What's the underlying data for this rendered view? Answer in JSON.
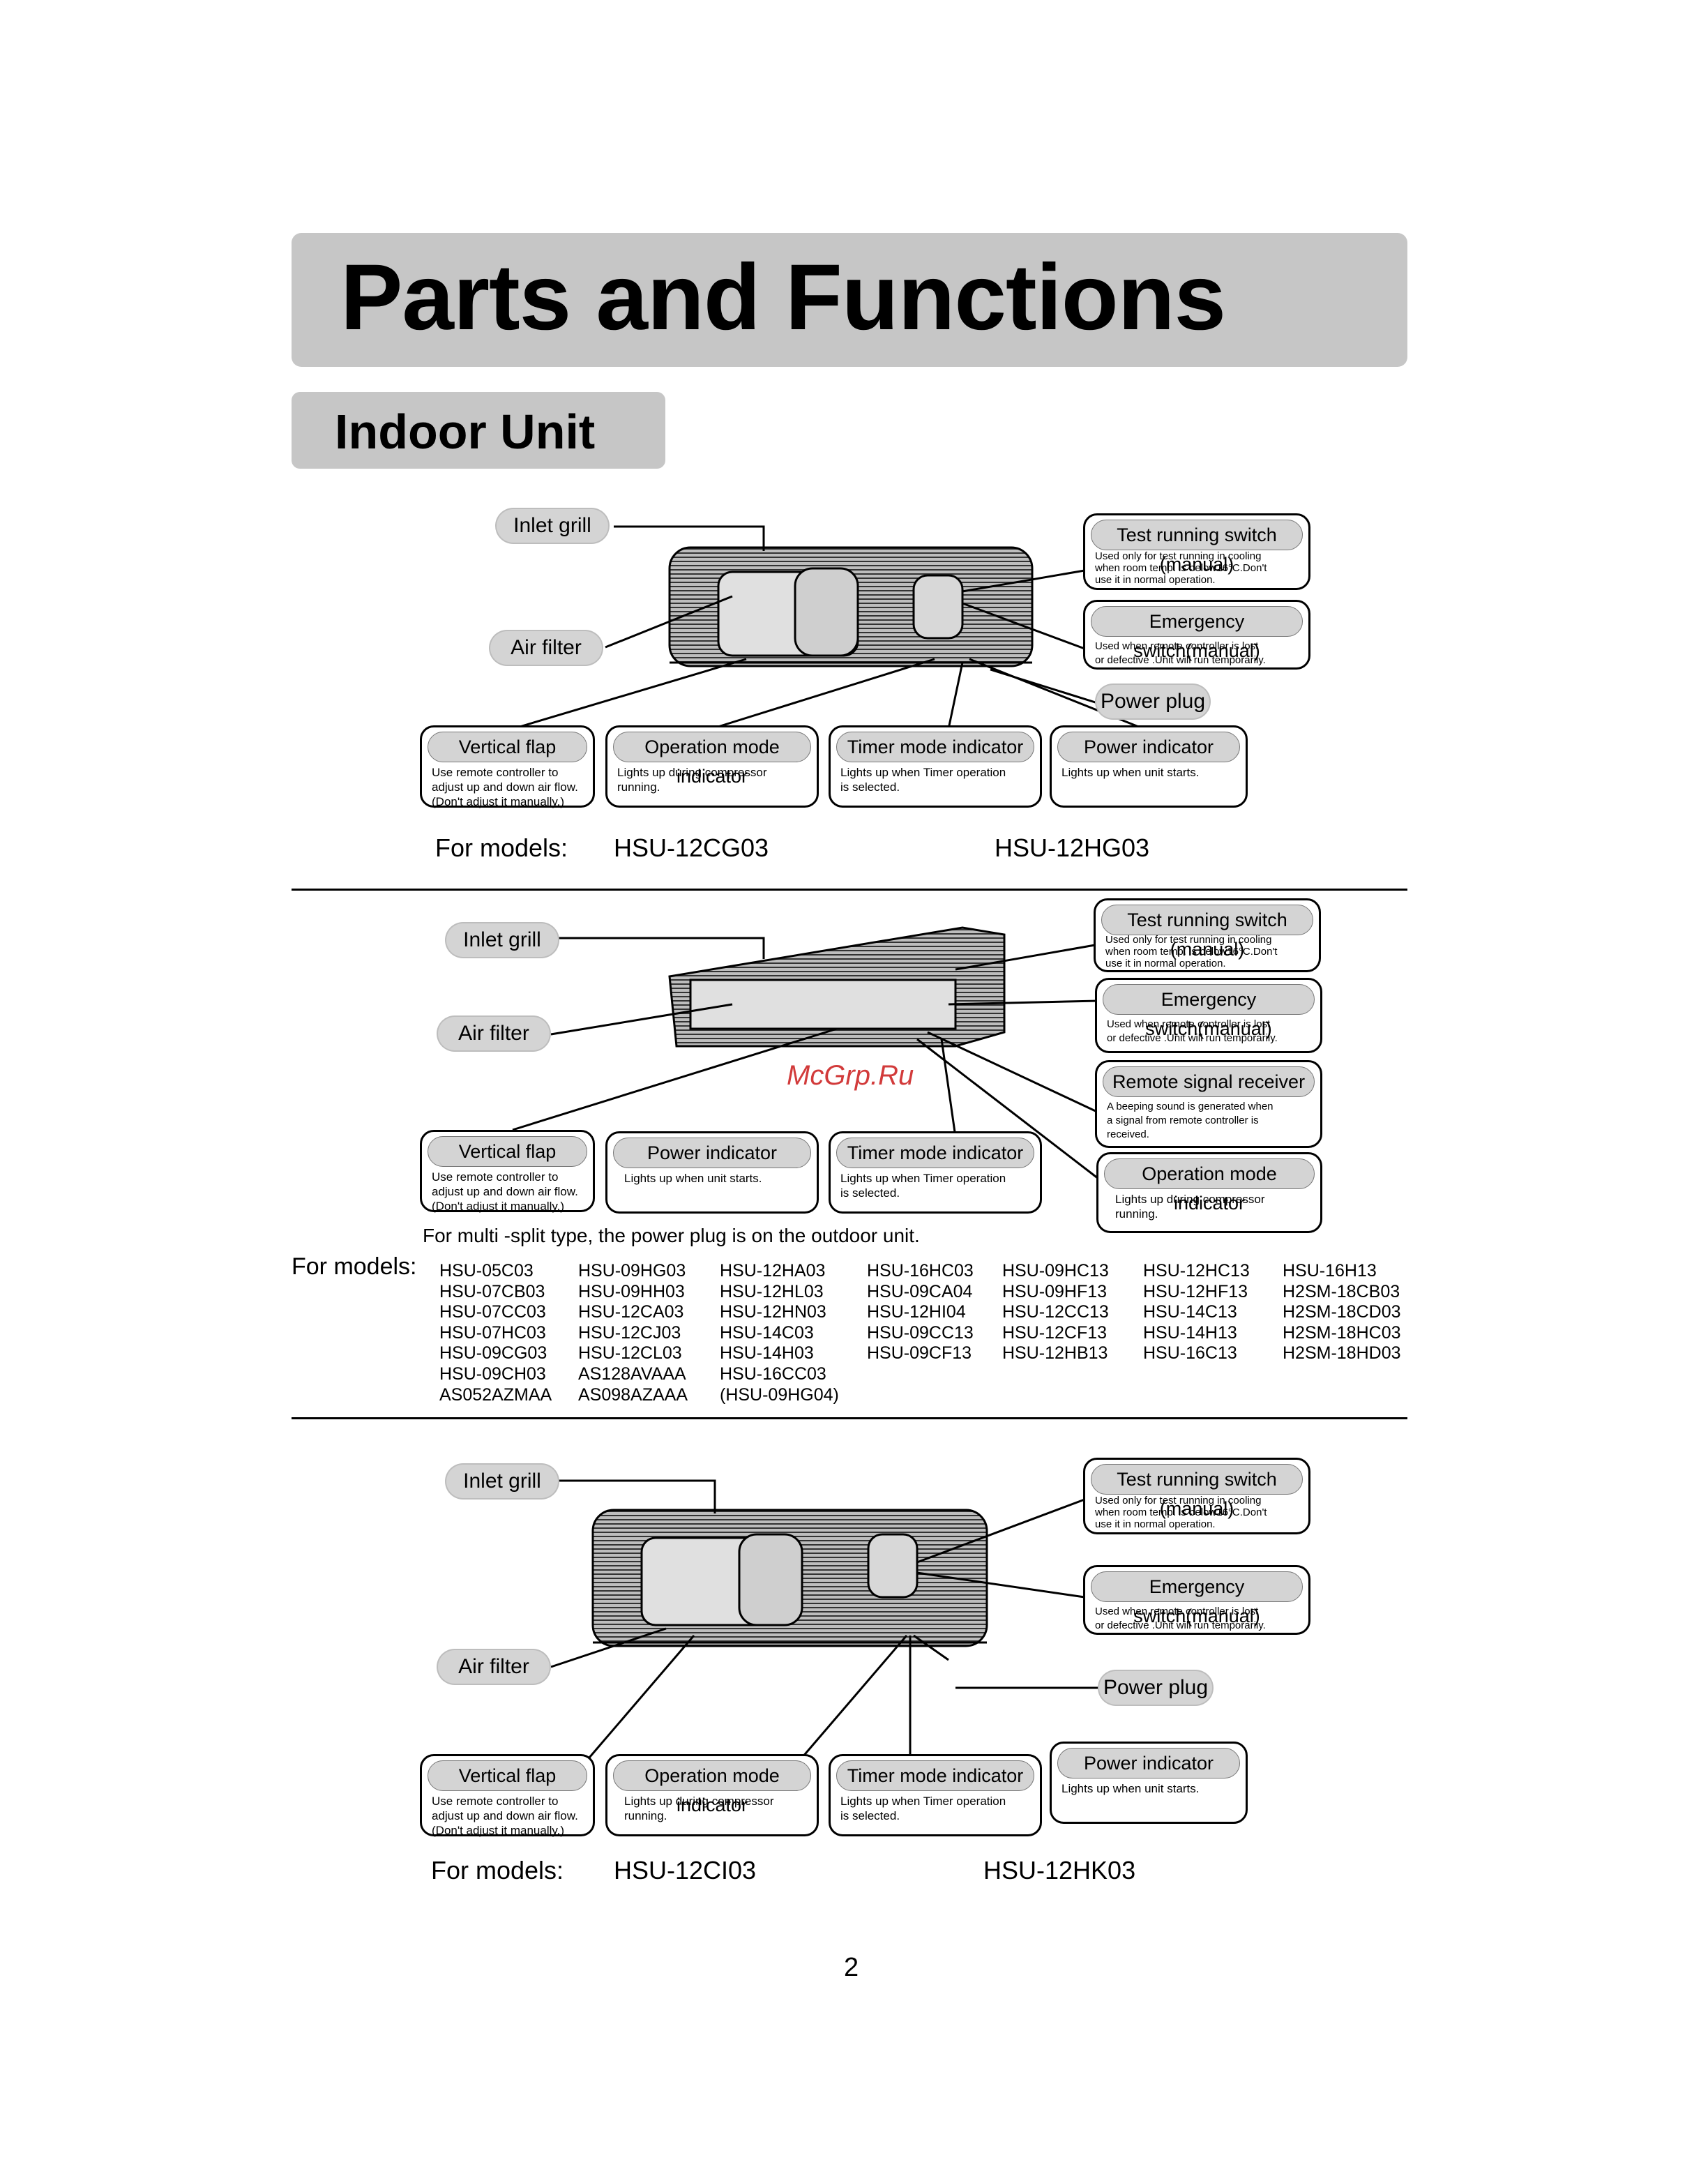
{
  "title": "Parts and Functions",
  "section": "Indoor Unit",
  "labels": {
    "inlet_grill": "Inlet grill",
    "air_filter": "Air filter",
    "power_plug": "Power plug"
  },
  "boxes": {
    "vertical_flap": {
      "title": "Vertical flap",
      "lines": [
        "Use remote controller to",
        "adjust up and down air flow.",
        "(Don't adjust it manually.)"
      ]
    },
    "operation_mode": {
      "title": "Operation mode indicator",
      "lines": [
        "Lights up during compressor",
        "running."
      ]
    },
    "timer_mode": {
      "title": "Timer mode indicator",
      "lines": [
        "Lights up when Timer operation",
        "is selected."
      ]
    },
    "power_indicator": {
      "title": "Power indicator",
      "lines": [
        "Lights up when unit starts."
      ]
    },
    "test_running": {
      "title": "Test running switch (manual)",
      "lines": [
        "Used only for test running in cooling",
        "when room temp. is below16°C.Don't",
        "use it in normal operation."
      ]
    },
    "emergency": {
      "title": "Emergency switch(manual)",
      "lines": [
        "Used when remote controller is lost",
        "or defective .Unit will run temporarily."
      ]
    },
    "remote_receiver": {
      "title": "Remote signal receiver",
      "lines": [
        "A beeping sound is generated when",
        "a signal from remote controller is",
        "received."
      ]
    }
  },
  "diagram1": {
    "for_models": "For models:",
    "model_a": "HSU-12CG03",
    "model_b": "HSU-12HG03"
  },
  "diagram2": {
    "note": "For multi -split type, the power plug is on the outdoor unit.",
    "for_models": "For models:",
    "columns": [
      [
        "HSU-05C03",
        "HSU-07CB03",
        "HSU-07CC03",
        "HSU-07HC03",
        "HSU-09CG03",
        "HSU-09CH03",
        "AS052AZMAA"
      ],
      [
        "HSU-09HG03",
        "HSU-09HH03",
        "HSU-12CA03",
        "HSU-12CJ03",
        "HSU-12CL03",
        "AS128AVAAA",
        "AS098AZAAA"
      ],
      [
        "HSU-12HA03",
        "HSU-12HL03",
        "HSU-12HN03",
        "HSU-14C03",
        "HSU-14H03",
        "HSU-16CC03",
        "(HSU-09HG04)"
      ],
      [
        "HSU-16HC03",
        "HSU-09CA04",
        "HSU-12HI04",
        "HSU-09CC13",
        "HSU-09CF13"
      ],
      [
        "HSU-09HC13",
        "HSU-09HF13",
        "HSU-12CC13",
        "HSU-12CF13",
        "HSU-12HB13"
      ],
      [
        "HSU-12HC13",
        "HSU-12HF13",
        "HSU-14C13",
        "HSU-14H13",
        "HSU-16C13"
      ],
      [
        "HSU-16H13",
        "H2SM-18CB03",
        "H2SM-18CD03",
        "H2SM-18HC03",
        "H2SM-18HD03"
      ]
    ]
  },
  "diagram3": {
    "for_models": "For models:",
    "model_a": "HSU-12CI03",
    "model_b": "HSU-12HK03"
  },
  "watermark": "McGrp.Ru",
  "page_number": "2"
}
